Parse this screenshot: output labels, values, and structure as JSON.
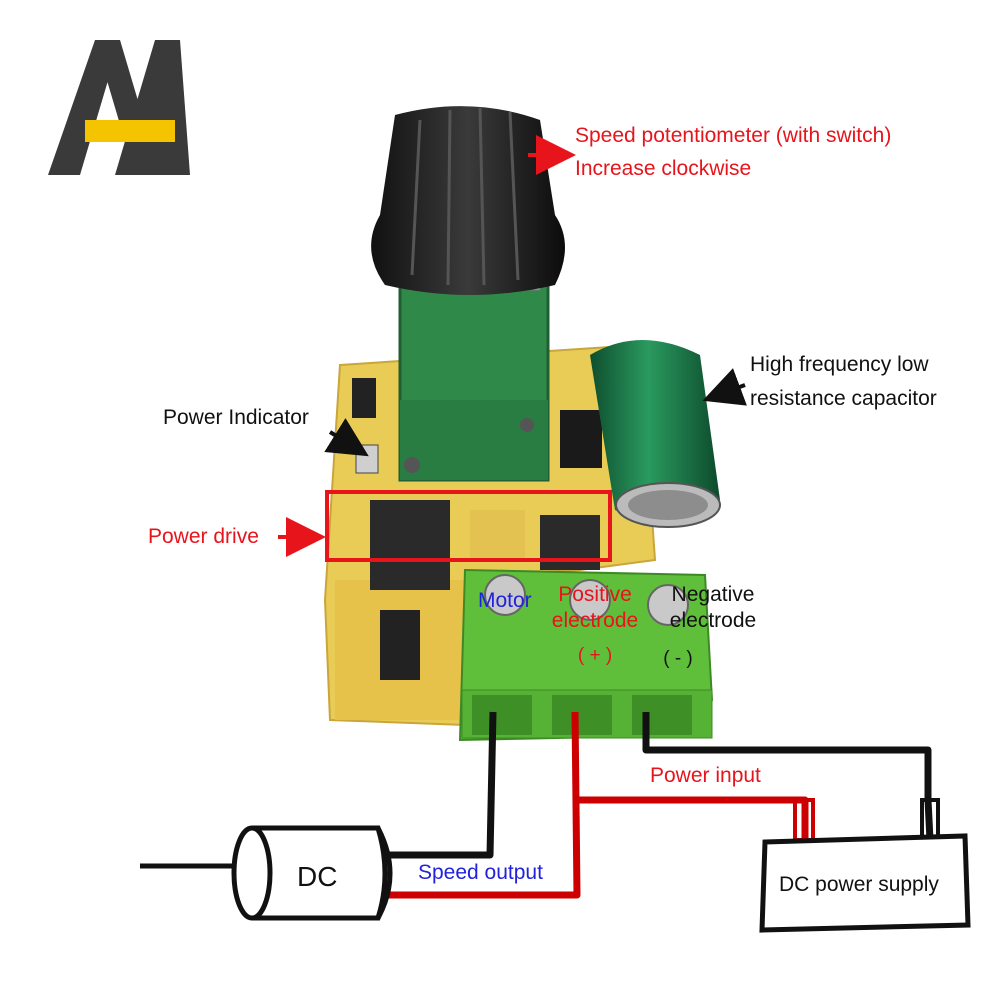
{
  "labels": {
    "speed_pot_line1": "Speed potentiometer (with switch)",
    "speed_pot_line2": "Increase clockwise",
    "capacitor_line1": "High frequency low",
    "capacitor_line2": "resistance capacitor",
    "power_indicator": "Power Indicator",
    "power_drive": "Power drive",
    "motor": "Motor",
    "positive_line1": "Positive",
    "positive_line2": "electrode",
    "positive_sign": "( + )",
    "negative_line1": "Negative",
    "negative_line2": "electrode",
    "negative_sign": "( - )",
    "power_input": "Power input",
    "speed_output": "Speed output",
    "dc_motor": "DC",
    "dc_supply": "DC power supply"
  },
  "colors": {
    "red_label": "#e8141c",
    "blue_label": "#2222dd",
    "wire_red": "#cc0000",
    "wire_black": "#111111",
    "pcb_yellow": "#e9cc55",
    "terminal_green": "#5fbf3a",
    "capacitor_green": "#1c7a4a",
    "logo_yellow": "#f5c400"
  }
}
